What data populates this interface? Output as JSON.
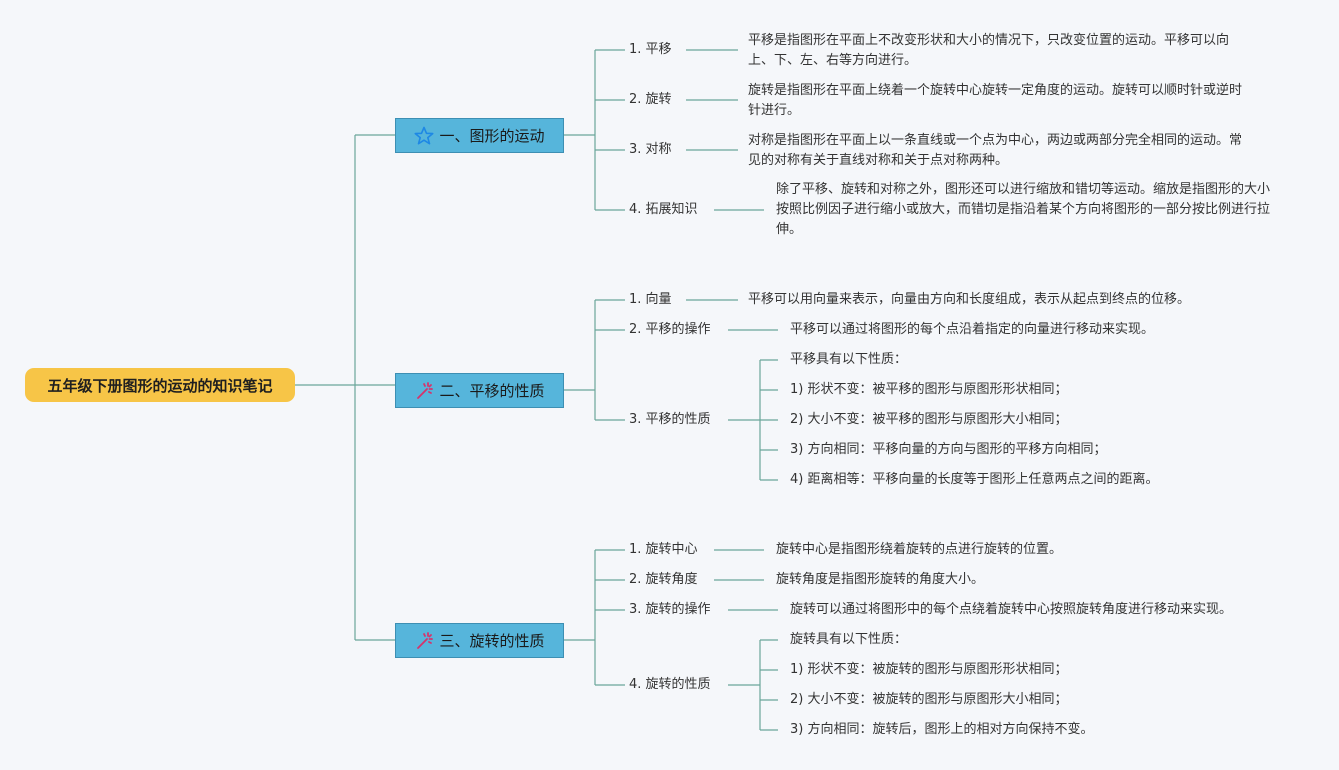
{
  "root": {
    "title": "五年级下册图形的运动的知识笔记"
  },
  "branches": [
    {
      "title": "一、图形的运动",
      "icon": "star-icon",
      "items": [
        {
          "label": "1. 平移",
          "text": "平移是指图形在平面上不改变形状和大小的情况下，只改变位置的运动。平移可以向上、下、左、右等方向进行。"
        },
        {
          "label": "2. 旋转",
          "text": "旋转是指图形在平面上绕着一个旋转中心旋转一定角度的运动。旋转可以顺时针或逆时针进行。"
        },
        {
          "label": "3. 对称",
          "text": "对称是指图形在平面上以一条直线或一个点为中心，两边或两部分完全相同的运动。常见的对称有关于直线对称和关于点对称两种。"
        },
        {
          "label": "4. 拓展知识",
          "text": "除了平移、旋转和对称之外，图形还可以进行缩放和错切等运动。缩放是指图形的大小按照比例因子进行缩小或放大，而错切是指沿着某个方向将图形的一部分按比例进行拉伸。"
        }
      ]
    },
    {
      "title": "二、平移的性质",
      "icon": "magic-wand-icon",
      "items": [
        {
          "label": "1. 向量",
          "text": "平移可以用向量来表示，向量由方向和长度组成，表示从起点到终点的位移。"
        },
        {
          "label": "2. 平移的操作",
          "text": "平移可以通过将图形的每个点沿着指定的向量进行移动来实现。"
        },
        {
          "label": "3. 平移的性质",
          "details": [
            "平移具有以下性质：",
            "1) 形状不变：被平移的图形与原图形形状相同；",
            "2) 大小不变：被平移的图形与原图形大小相同；",
            "3) 方向相同：平移向量的方向与图形的平移方向相同；",
            "4) 距离相等：平移向量的长度等于图形上任意两点之间的距离。"
          ]
        }
      ]
    },
    {
      "title": "三、旋转的性质",
      "icon": "magic-wand-icon",
      "items": [
        {
          "label": "1. 旋转中心",
          "text": "旋转中心是指图形绕着旋转的点进行旋转的位置。"
        },
        {
          "label": "2. 旋转角度",
          "text": "旋转角度是指图形旋转的角度大小。"
        },
        {
          "label": "3. 旋转的操作",
          "text": "旋转可以通过将图形中的每个点绕着旋转中心按照旋转角度进行移动来实现。"
        },
        {
          "label": "4. 旋转的性质",
          "details": [
            "旋转具有以下性质：",
            "1) 形状不变：被旋转的图形与原图形形状相同；",
            "2) 大小不变：被旋转的图形与原图形大小相同；",
            "3) 方向相同：旋转后，图形上的相对方向保持不变。"
          ]
        }
      ]
    }
  ],
  "colors": {
    "root": "#f7c547",
    "branch": "#56b5db",
    "line": "#6aa69a",
    "star": "#1e88e5",
    "wand": "#d6336c"
  }
}
